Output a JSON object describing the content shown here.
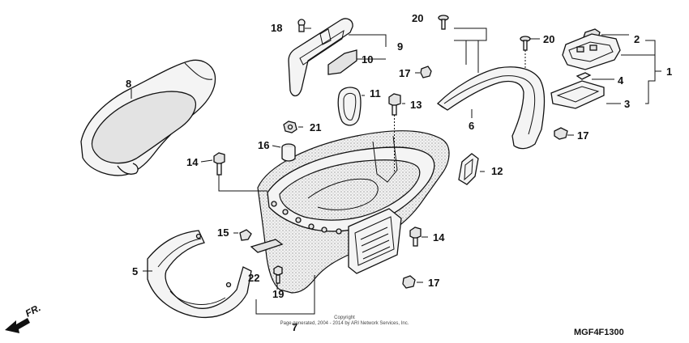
{
  "diagram": {
    "labels": {
      "p1": "1",
      "p2": "2",
      "p3": "3",
      "p4": "4",
      "p5": "5",
      "p6": "6",
      "p7": "7",
      "p8": "8",
      "p9": "9",
      "p10": "10",
      "p11": "11",
      "p12": "12",
      "p13": "13",
      "p14a": "14",
      "p14b": "14",
      "p15": "15",
      "p16": "16",
      "p17a": "17",
      "p17b": "17",
      "p17c": "17",
      "p18": "18",
      "p19": "19",
      "p20a": "20",
      "p20b": "20",
      "p21": "21",
      "p22": "22"
    },
    "copyright_line1": "Copyright",
    "copyright_line2": "Page generated, 2004 - 2014 by ARI Network Services, Inc.",
    "diagram_code": "MGF4F1300",
    "direction_marker": "FR."
  }
}
